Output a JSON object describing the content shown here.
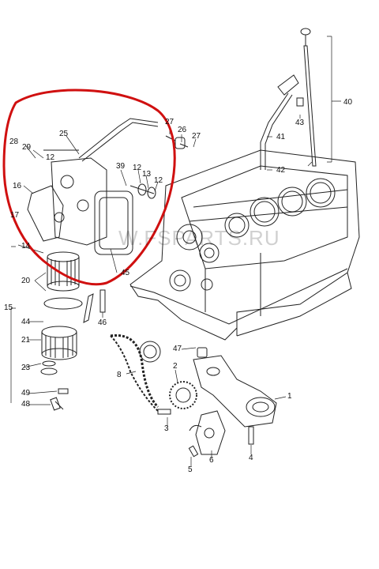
{
  "diagram": {
    "callouts": [
      {
        "id": "c1",
        "text": "1"
      },
      {
        "id": "c2",
        "text": "2"
      },
      {
        "id": "c3",
        "text": "3"
      },
      {
        "id": "c4",
        "text": "4"
      },
      {
        "id": "c5",
        "text": "5"
      },
      {
        "id": "c6",
        "text": "6"
      },
      {
        "id": "c8",
        "text": "8"
      },
      {
        "id": "c12a",
        "text": "12"
      },
      {
        "id": "c12b",
        "text": "12"
      },
      {
        "id": "c12c",
        "text": "12"
      },
      {
        "id": "c13",
        "text": "13"
      },
      {
        "id": "c14",
        "text": "14"
      },
      {
        "id": "c15",
        "text": "15"
      },
      {
        "id": "c16",
        "text": "16"
      },
      {
        "id": "c17",
        "text": "17"
      },
      {
        "id": "c20",
        "text": "20"
      },
      {
        "id": "c21",
        "text": "21"
      },
      {
        "id": "c23",
        "text": "23"
      },
      {
        "id": "c25",
        "text": "25"
      },
      {
        "id": "c26",
        "text": "26"
      },
      {
        "id": "c27a",
        "text": "27"
      },
      {
        "id": "c27b",
        "text": "27"
      },
      {
        "id": "c28",
        "text": "28"
      },
      {
        "id": "c29",
        "text": "29"
      },
      {
        "id": "c39",
        "text": "39"
      },
      {
        "id": "c40",
        "text": "40"
      },
      {
        "id": "c41",
        "text": "41"
      },
      {
        "id": "c42",
        "text": "42"
      },
      {
        "id": "c43",
        "text": "43"
      },
      {
        "id": "c44",
        "text": "44"
      },
      {
        "id": "c45",
        "text": "45"
      },
      {
        "id": "c46",
        "text": "46"
      },
      {
        "id": "c47",
        "text": "47"
      },
      {
        "id": "c48",
        "text": "48"
      },
      {
        "id": "c49",
        "text": "49"
      }
    ],
    "watermark": "W.FSPARTS.RU",
    "colors": {
      "line": "#222222",
      "highlight": "#d01010",
      "background": "#ffffff"
    }
  }
}
